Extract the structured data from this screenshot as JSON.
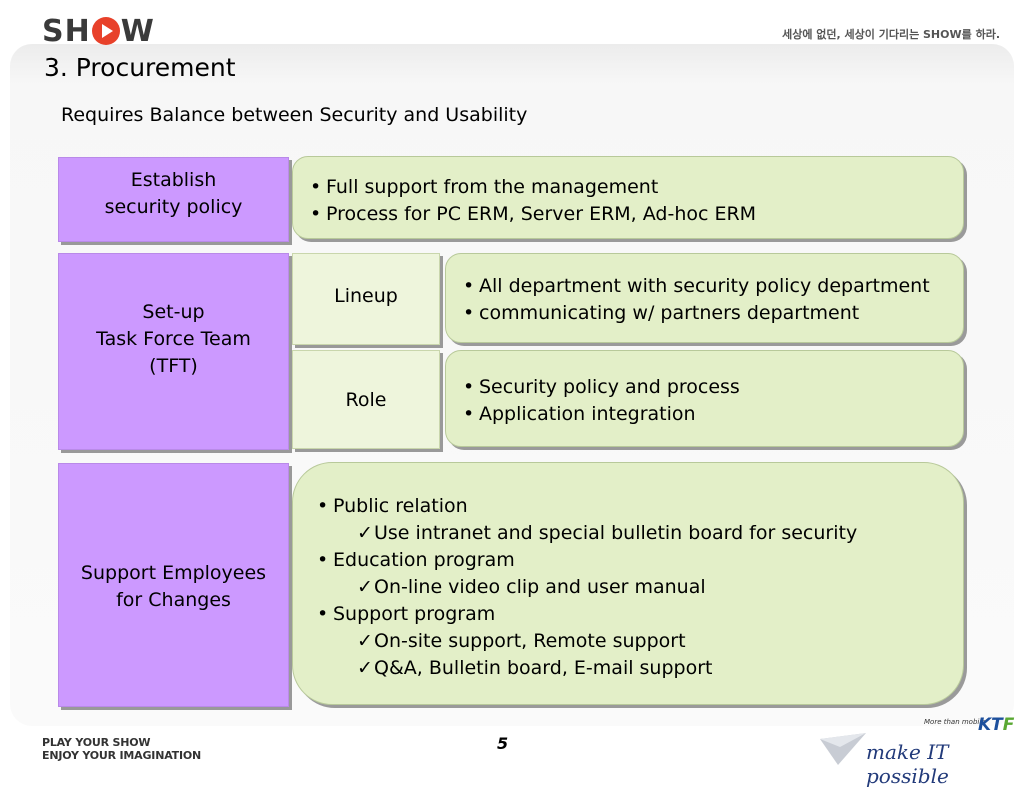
{
  "header": {
    "logo_text_left": "SH",
    "logo_text_right": "W",
    "tagline": "세상에 없던, 세상이 기다리는 SHOW를 하라."
  },
  "slide": {
    "title": "3. Procurement",
    "subtitle": "Requires Balance between Security and Usability"
  },
  "row1": {
    "label": "Establish\nsecurity policy",
    "bullets": [
      "Full support from the management",
      "Process for PC ERM, Server ERM, Ad-hoc ERM"
    ]
  },
  "row2": {
    "label": "Set-up\nTask Force Team\n(TFT)",
    "lineup": {
      "label": "Lineup",
      "bullets": [
        "All department with security policy department",
        "communicating w/ partners department"
      ]
    },
    "role": {
      "label": "Role",
      "bullets": [
        "Security policy and process",
        "Application integration"
      ]
    }
  },
  "row3": {
    "label": "Support Employees\nfor Changes",
    "items": [
      {
        "bullet": "Public relation",
        "subs": [
          "Use intranet and special bulletin board for security"
        ]
      },
      {
        "bullet": "Education program",
        "subs": [
          "On-line video clip and user manual"
        ]
      },
      {
        "bullet": "Support program",
        "subs": [
          "On-site support, Remote support",
          "Q&A, Bulletin board, E-mail support"
        ]
      }
    ]
  },
  "glyphs": {
    "bullet": "•",
    "check": "✓"
  },
  "footer": {
    "line1": "PLAY YOUR SHOW",
    "line2": "ENJOY YOUR IMAGINATION",
    "page_number": "5",
    "brand_small": "More than mobile",
    "brand_kt": "KT",
    "brand_f": "F",
    "brand_slogan": "make IT possible"
  },
  "colors": {
    "purple": "#cc99ff",
    "green": "#e3efc8",
    "light_green": "#eef5dc",
    "logo_red": "#e8412a",
    "ktf_blue": "#1c4f9c"
  }
}
